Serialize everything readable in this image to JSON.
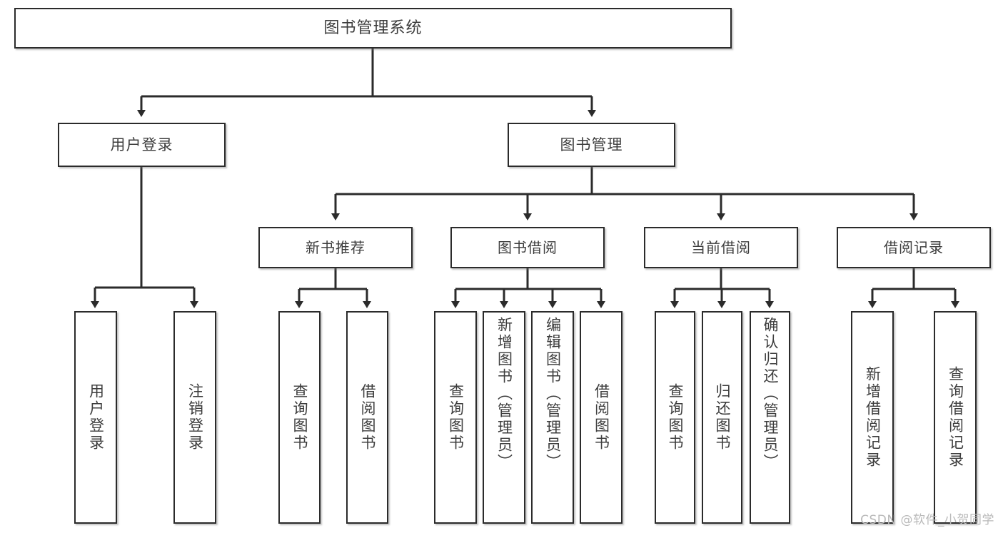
{
  "diagram": {
    "type": "tree",
    "title": "图书管理系统",
    "watermark": "CSDN @软件_小贺同学",
    "colors": {
      "node_border": "#2b2b2b",
      "node_fill": "#ffffff",
      "text": "#3d3d3d",
      "edge": "#2b2b2b",
      "watermark": "#b9b9b9",
      "background": "#ffffff"
    },
    "nodes": {
      "root": {
        "label": "图书管理系统"
      },
      "level2": [
        {
          "id": "user-login",
          "label": "用户登录"
        },
        {
          "id": "book-manage",
          "label": "图书管理"
        }
      ],
      "level3": [
        {
          "id": "new-book-recommend",
          "label": "新书推荐"
        },
        {
          "id": "book-borrow",
          "label": "图书借阅"
        },
        {
          "id": "current-borrow",
          "label": "当前借阅"
        },
        {
          "id": "borrow-record",
          "label": "借阅记录"
        }
      ],
      "leaves": {
        "user_login": [
          {
            "id": "leaf-user-login",
            "label": "用户登录"
          },
          {
            "id": "leaf-user-logout",
            "label": "注销登录"
          }
        ],
        "new_book_recommend": [
          {
            "id": "leaf-query-book-1",
            "label": "查询图书"
          },
          {
            "id": "leaf-borrow-book-1",
            "label": "借阅图书"
          }
        ],
        "book_borrow": [
          {
            "id": "leaf-query-book-2",
            "label": "查询图书"
          },
          {
            "id": "leaf-add-book",
            "label": "新增图书（管理员）"
          },
          {
            "id": "leaf-edit-book",
            "label": "编辑图书（管理员）"
          },
          {
            "id": "leaf-borrow-book-2",
            "label": "借阅图书"
          }
        ],
        "current_borrow": [
          {
            "id": "leaf-query-book-3",
            "label": "查询图书"
          },
          {
            "id": "leaf-return-book",
            "label": "归还图书"
          },
          {
            "id": "leaf-confirm-return",
            "label": "确认归还（管理员）"
          }
        ],
        "borrow_record": [
          {
            "id": "leaf-add-record",
            "label": "新增借阅记录"
          },
          {
            "id": "leaf-query-record",
            "label": "查询借阅记录"
          }
        ]
      }
    }
  }
}
